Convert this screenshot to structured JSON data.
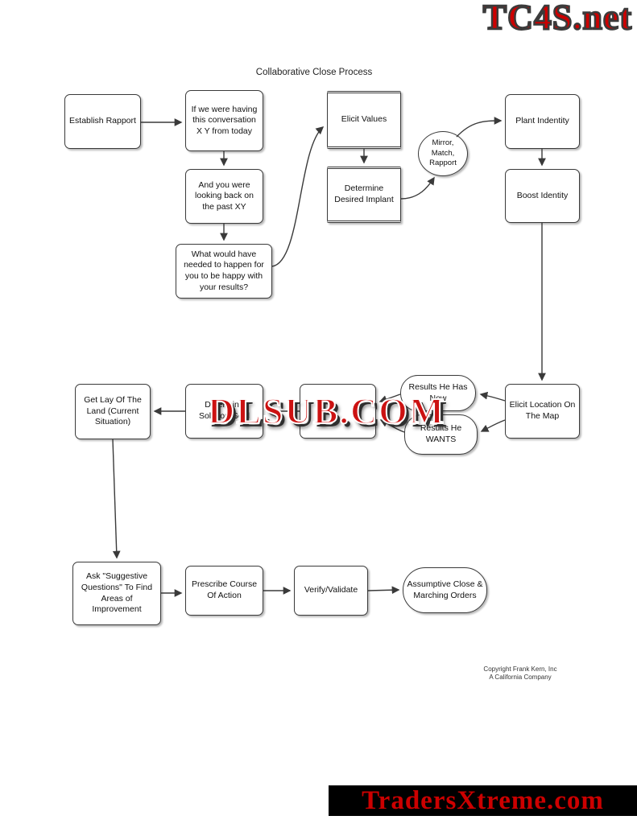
{
  "title": "Collaborative Close Process",
  "watermarks": {
    "top": "TC4S.net",
    "middle": "DLSUB.COM",
    "bottom": "TradersXtreme.com"
  },
  "copyright": {
    "line1": "Copyright Frank Kern, Inc",
    "line2": "A California Company"
  },
  "colors": {
    "watermark_red": "#cc0000",
    "node_border": "#3a3a3a"
  },
  "nodes": {
    "establish_rapport": "Establish Rapport",
    "conversation_xy": "If we were having this conversation X Y from today",
    "elicit_values": "Elicit Values",
    "plant_identity": "Plant Indentity",
    "looking_back": "And you were looking back on the past XY",
    "determine_implant": "Determine Desired Implant",
    "mirror_match": "Mirror, Match, Rapport",
    "boost_identity": "Boost Identity",
    "what_would": "What would have needed to happen for you to be happy with your results?",
    "get_lay": "Get Lay Of The Land (Current Situation)",
    "determine_goal": "Determine Solution Goal",
    "obscured": "",
    "results_now": "Results He Has Now",
    "results_wants": "Results He WANTS",
    "elicit_location": "Elicit Location On The Map",
    "ask_suggestive": "Ask \"Suggestive Questions\" To Find Areas of Improvement",
    "prescribe": "Prescribe Course Of Action",
    "verify": "Verify/Validate",
    "assumptive": "Assumptive Close & Marching Orders"
  }
}
